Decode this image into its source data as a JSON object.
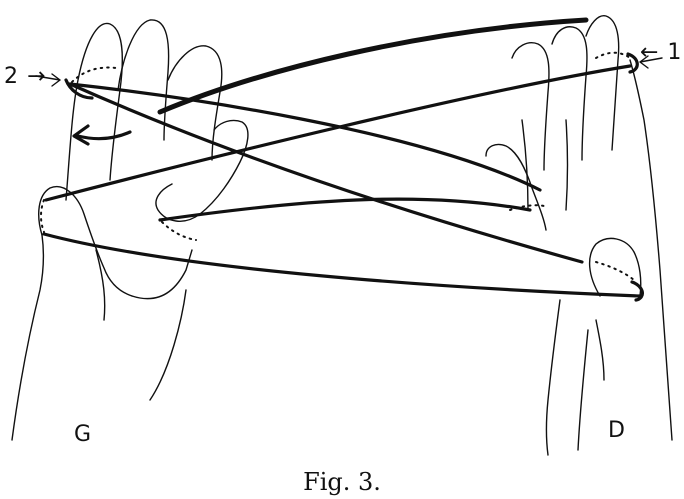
{
  "figure": {
    "caption": "Fig. 3.",
    "left_hand_label": "G",
    "right_hand_label": "D",
    "marker_1": "← 1",
    "marker_2": "2 →"
  }
}
